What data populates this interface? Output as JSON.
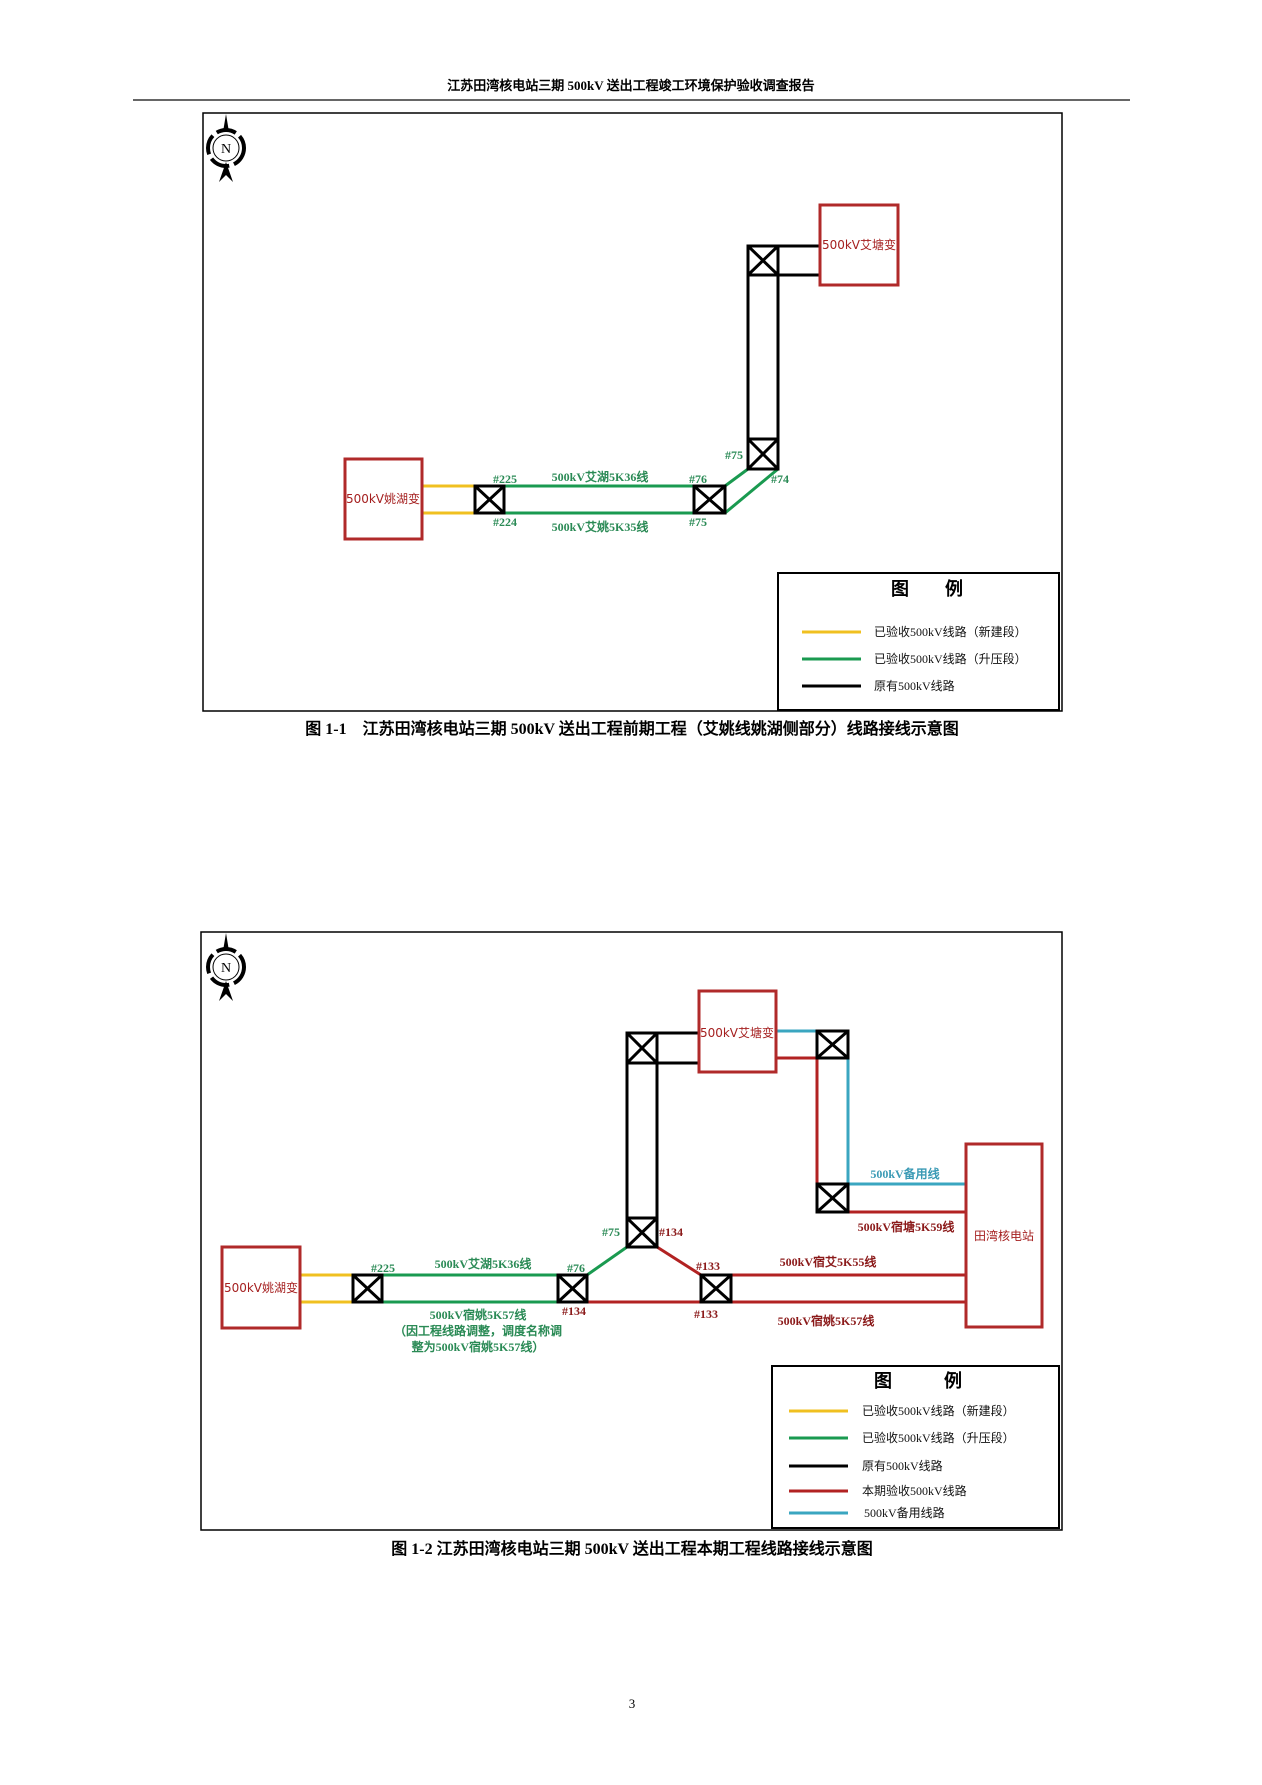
{
  "header": {
    "title": "江苏田湾核电站三期 500kV 送出工程竣工环境保护验收调查报告"
  },
  "colors": {
    "yellow_line": "#f0c020",
    "green_line": "#1a9a50",
    "black_line": "#000000",
    "red_line": "#b22222",
    "blue_line": "#3aa6c0",
    "station_border": "#b02a2a"
  },
  "figure1": {
    "compass_label": "N",
    "stations": {
      "aitang": "500kV艾塘变",
      "yaohu": "500kV姚湖变"
    },
    "labels": {
      "t225": "#225",
      "t224": "#224",
      "t76": "#76",
      "t75_bottom": "#75",
      "t75_top": "#75",
      "t74": "#74",
      "line_aihu": "500kV艾湖5K36线",
      "line_aiyao": "500kV艾姚5K35线"
    },
    "legend": {
      "title_left": "图",
      "title_right": "例",
      "items": [
        {
          "label": "已验收500kV线路（新建段）",
          "color": "#f0c020"
        },
        {
          "label": "已验收500kV线路（升压段）",
          "color": "#1a9a50"
        },
        {
          "label": "原有500kV线路",
          "color": "#000000"
        }
      ]
    },
    "caption": "图 1-1　江苏田湾核电站三期 500kV 送出工程前期工程（艾姚线姚湖侧部分）线路接线示意图"
  },
  "figure2": {
    "compass_label": "N",
    "stations": {
      "yaohu": "500kV姚湖变",
      "aitang": "500kV艾塘变",
      "tianwan": "田湾核电站"
    },
    "labels": {
      "t225": "#225",
      "t76": "#76",
      "t134_lower": "#134",
      "t75": "#75",
      "t134_upper": "#134",
      "t133_top": "#133",
      "t133_bottom": "#133",
      "line_aihu": "500kV艾湖5K36线",
      "line_suyao_green": "500kV宿姚5K57线",
      "note_line1": "（因工程线路调整，调度名称调",
      "note_line2": "整为500kV宿姚5K57线）",
      "line_suai": "500kV宿艾5K55线",
      "line_suyao_red": "500kV宿姚5K57线",
      "line_sutang": "500kV宿塘5K59线",
      "line_backup": "500kV备用线"
    },
    "legend": {
      "title_left": "图",
      "title_right": "例",
      "items": [
        {
          "label": "已验收500kV线路（新建段）",
          "color": "#f0c020"
        },
        {
          "label": "已验收500kV线路（升压段）",
          "color": "#1a9a50"
        },
        {
          "label": "原有500kV线路",
          "color": "#000000"
        },
        {
          "label": "本期验收500kV线路",
          "color": "#b22222"
        },
        {
          "label": "500kV备用线路",
          "color": "#3aa6c0"
        }
      ]
    },
    "caption": "图 1-2  江苏田湾核电站三期 500kV 送出工程本期工程线路接线示意图"
  },
  "page_number": "3"
}
